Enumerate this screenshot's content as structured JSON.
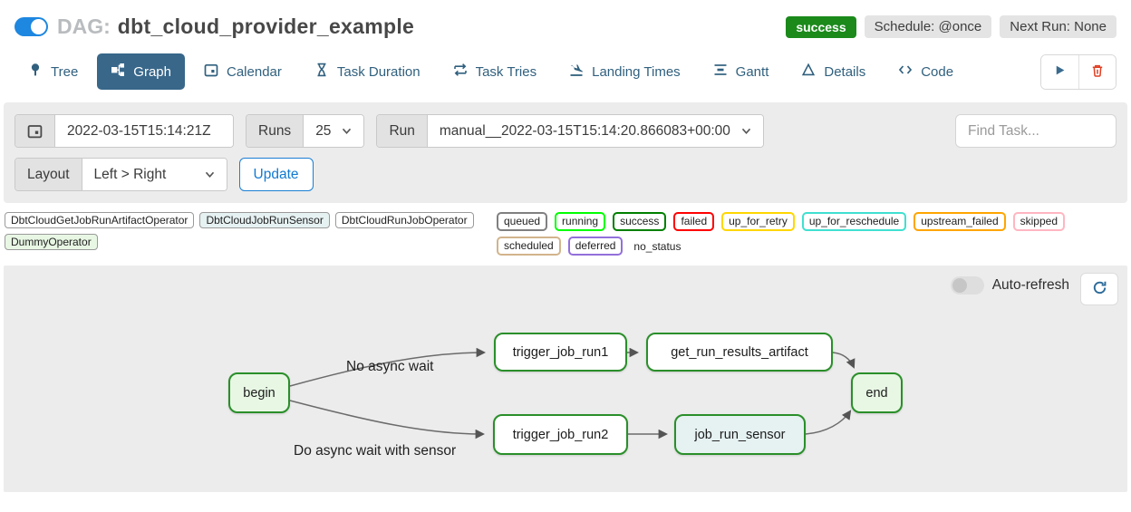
{
  "header": {
    "dag_toggle_state": "on",
    "dag_prefix": "DAG:",
    "dag_title": "dbt_cloud_provider_example",
    "status_badge": "success",
    "schedule_badge": "Schedule: @once",
    "next_run_badge": "Next Run: None"
  },
  "tabs": {
    "items": [
      {
        "label": "Tree",
        "icon": "tree-icon",
        "active": false
      },
      {
        "label": "Graph",
        "icon": "graph-icon",
        "active": true
      },
      {
        "label": "Calendar",
        "icon": "calendar-icon",
        "active": false
      },
      {
        "label": "Task Duration",
        "icon": "hourglass-icon",
        "active": false
      },
      {
        "label": "Task Tries",
        "icon": "repeat-icon",
        "active": false
      },
      {
        "label": "Landing Times",
        "icon": "plane-landing-icon",
        "active": false
      },
      {
        "label": "Gantt",
        "icon": "gantt-icon",
        "active": false
      },
      {
        "label": "Details",
        "icon": "triangle-icon",
        "active": false
      },
      {
        "label": "Code",
        "icon": "code-icon",
        "active": false
      }
    ],
    "actions": [
      {
        "name": "trigger-dag",
        "icon": "play-icon"
      },
      {
        "name": "delete-dag",
        "icon": "trash-icon"
      }
    ]
  },
  "filters": {
    "execution_date_value": "2022-03-15T15:14:21Z",
    "runs_label": "Runs",
    "runs_value": "25",
    "run_label": "Run",
    "run_value": "manual__2022-03-15T15:14:20.866083+00:00",
    "find_task_placeholder": "Find Task...",
    "layout_label": "Layout",
    "layout_value": "Left > Right",
    "update_label": "Update"
  },
  "legend": {
    "operators": [
      {
        "name": "DbtCloudGetJobRunArtifactOperator",
        "fill": "#ffffff"
      },
      {
        "name": "DbtCloudJobRunSensor",
        "fill": "#e6f1f2"
      },
      {
        "name": "DbtCloudRunJobOperator",
        "fill": "#ffffff"
      },
      {
        "name": "DummyOperator",
        "fill": "#e8f7e4"
      }
    ],
    "statuses": [
      {
        "name": "queued",
        "color": "#808080"
      },
      {
        "name": "running",
        "color": "#00ff00"
      },
      {
        "name": "success",
        "color": "#008000"
      },
      {
        "name": "failed",
        "color": "#ff0000"
      },
      {
        "name": "up_for_retry",
        "color": "#ffd700"
      },
      {
        "name": "up_for_reschedule",
        "color": "#40e0d0"
      },
      {
        "name": "upstream_failed",
        "color": "#ffa500"
      },
      {
        "name": "skipped",
        "color": "#ffb6c1"
      },
      {
        "name": "scheduled",
        "color": "#d2b48c"
      },
      {
        "name": "deferred",
        "color": "#9370db"
      },
      {
        "name": "no_status",
        "color": "none"
      }
    ]
  },
  "graph": {
    "auto_refresh_label": "Auto-refresh",
    "nodes": [
      {
        "label": "begin",
        "fill": "#e8f7e4",
        "border": "#2a8f2a"
      },
      {
        "label": "trigger_job_run1",
        "fill": "#ffffff",
        "border": "#2a8f2a"
      },
      {
        "label": "get_run_results_artifact",
        "fill": "#ffffff",
        "border": "#2a8f2a"
      },
      {
        "label": "end",
        "fill": "#e8f7e4",
        "border": "#2a8f2a"
      },
      {
        "label": "trigger_job_run2",
        "fill": "#ffffff",
        "border": "#2a8f2a"
      },
      {
        "label": "job_run_sensor",
        "fill": "#e6f1f2",
        "border": "#2a8f2a"
      }
    ],
    "edge_labels": [
      {
        "text": "No async wait"
      },
      {
        "text": "Do async wait with sensor"
      }
    ]
  },
  "colors": {
    "accent_blue": "#1e87e0",
    "tab_active_bg": "#38678a",
    "success_green": "#1b8a1b",
    "panel_gray": "#ececec",
    "node_border_green": "#2a8f2a",
    "trash_red": "#e03e22",
    "update_blue": "#1a7fd4"
  }
}
